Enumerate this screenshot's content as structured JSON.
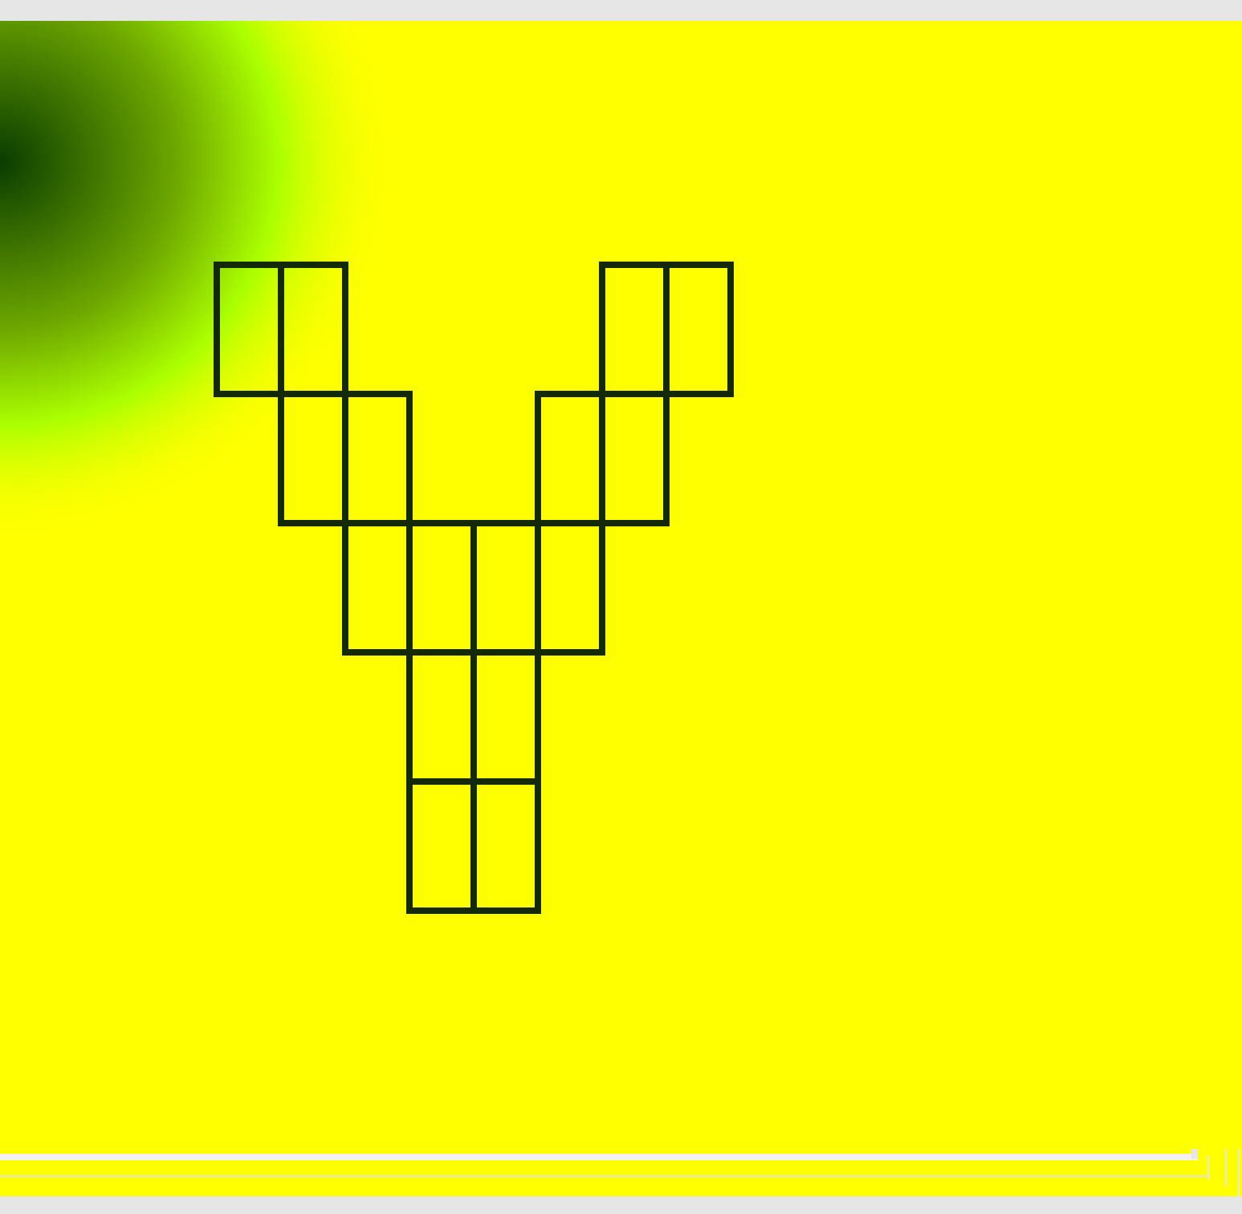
{
  "canvas": {
    "background_color": "#ffff00",
    "frame_color": "#e6e6e6",
    "gradient_dark_color": "#0a3d00",
    "gradient_mid_color": "#6fa800",
    "gradient_bright_color": "#aaff00"
  },
  "figure": {
    "shape": "Y-shaped block figure",
    "stroke_color": "#142a06",
    "cell_count": 16,
    "rows": [
      {
        "row": 0,
        "columns": [
          0,
          1,
          6,
          7
        ]
      },
      {
        "row": 1,
        "columns": [
          1,
          2,
          5,
          6
        ]
      },
      {
        "row": 2,
        "columns": [
          2,
          3,
          4,
          5
        ]
      },
      {
        "row": 3,
        "columns": [
          3,
          4
        ]
      },
      {
        "row": 4,
        "columns": [
          3,
          4
        ]
      }
    ]
  }
}
